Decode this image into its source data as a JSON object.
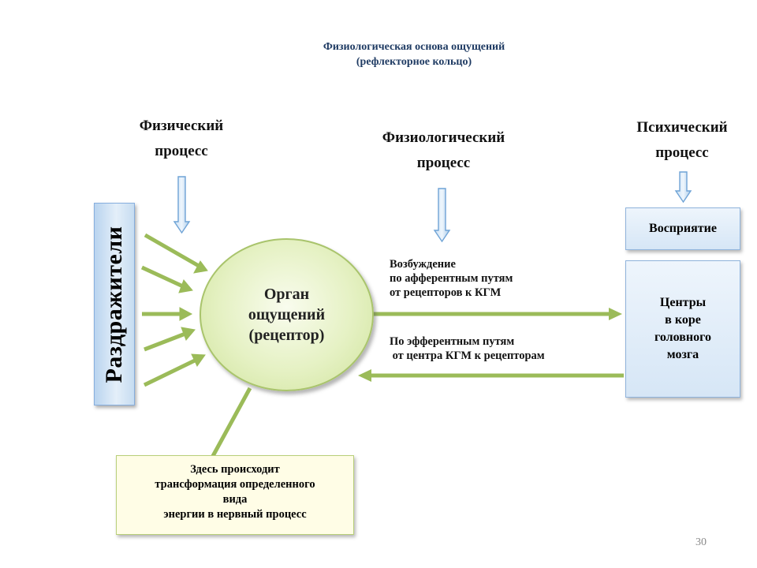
{
  "title": {
    "line1": "Физиологическая основа ощущений",
    "line2": "(рефлекторное кольцо)"
  },
  "headings": {
    "physical": [
      "Физический",
      "процесс"
    ],
    "physiological": [
      "Физиологический",
      "процесс"
    ],
    "psychic": [
      "Психический",
      "процесс"
    ]
  },
  "stimuli": {
    "label": "Раздражители"
  },
  "organ": {
    "lines": [
      "Орган",
      "ощущений",
      "(рецептор)"
    ]
  },
  "afferent": {
    "lines": [
      "Возбуждение",
      "по афферентным путям",
      "от рецепторов к КГМ"
    ]
  },
  "efferent": {
    "lines": [
      "По эфферентным путям",
      " от центра КГМ к рецепторам"
    ]
  },
  "perception": {
    "label": "Восприятие"
  },
  "centers": {
    "lines": [
      "Центры",
      "в коре",
      "головного",
      "мозга"
    ]
  },
  "transformation": {
    "lines": [
      "Здесь происходит",
      "трансформация определенного",
      "вида",
      "энергии в нервный процесс"
    ]
  },
  "page_number": "30",
  "colors": {
    "title": "#1f3b63",
    "green_arrow": "#9bbb59",
    "blue_arrow": "#9dc3e6",
    "box_fill": "#dce9f6",
    "organ_fill": "#e5f1c3",
    "note_fill": "#fffde6"
  }
}
